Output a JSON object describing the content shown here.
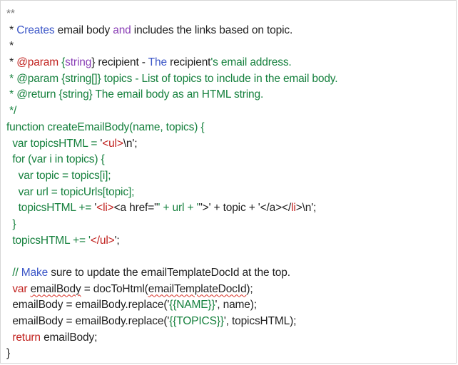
{
  "editor": {
    "lines": [
      [
        {
          "t": "**",
          "c": "g"
        }
      ],
      [
        {
          "t": " * ",
          "c": "d"
        },
        {
          "t": "Creates",
          "c": "b"
        },
        {
          "t": " email body ",
          "c": "d"
        },
        {
          "t": "and",
          "c": "p"
        },
        {
          "t": " includes the links based on topic.",
          "c": "d"
        }
      ],
      [
        {
          "t": " *",
          "c": "d"
        }
      ],
      [
        {
          "t": " * ",
          "c": "d"
        },
        {
          "t": "@param",
          "c": "r"
        },
        {
          "t": " {",
          "c": "k"
        },
        {
          "t": "string",
          "c": "p"
        },
        {
          "t": "} recipient - ",
          "c": "d"
        },
        {
          "t": "The",
          "c": "b"
        },
        {
          "t": " recipient",
          "c": "d"
        },
        {
          "t": "'s email address.",
          "c": "k"
        }
      ],
      [
        {
          "t": " * @param {string[]} topics - List of topics to include in the email body.",
          "c": "k"
        }
      ],
      [
        {
          "t": " * @return {string} The email body as an HTML string.",
          "c": "k"
        }
      ],
      [
        {
          "t": " */",
          "c": "k"
        }
      ],
      [
        {
          "t": "function createEmailBody(name, topics) {",
          "c": "k"
        }
      ],
      [
        {
          "t": "  var topicsHTML = ",
          "c": "k"
        },
        {
          "t": "'",
          "c": "d"
        },
        {
          "t": "<ul>",
          "c": "r"
        },
        {
          "t": "\\n';",
          "c": "d"
        }
      ],
      [
        {
          "t": "  for (var i in topics) {",
          "c": "k"
        }
      ],
      [
        {
          "t": "    var topic = topics[i];",
          "c": "k"
        }
      ],
      [
        {
          "t": "    var url = topicUrls[topic];",
          "c": "k"
        }
      ],
      [
        {
          "t": "    topicsHTML += ",
          "c": "k"
        },
        {
          "t": "'",
          "c": "d"
        },
        {
          "t": "<li>",
          "c": "r"
        },
        {
          "t": "<a href=\"",
          "c": "d"
        },
        {
          "t": "' + url + '",
          "c": "k"
        },
        {
          "t": "\">' + topic + '</a></",
          "c": "d"
        },
        {
          "t": "li",
          "c": "r"
        },
        {
          "t": ">\\n';",
          "c": "d"
        }
      ],
      [
        {
          "t": "  }",
          "c": "k"
        }
      ],
      [
        {
          "t": "  topicsHTML += '",
          "c": "k"
        },
        {
          "t": "</ul>",
          "c": "r"
        },
        {
          "t": "';",
          "c": "d"
        }
      ],
      [
        {
          "t": "",
          "c": "d"
        }
      ],
      [
        {
          "t": "  // ",
          "c": "k"
        },
        {
          "t": "Make",
          "c": "b"
        },
        {
          "t": " sure to update the emailTemplateDocId at the top.",
          "c": "d"
        }
      ],
      [
        {
          "t": "  var ",
          "c": "r"
        },
        {
          "t": "emailBody",
          "c": "d",
          "u": true
        },
        {
          "t": " = docToHtml(",
          "c": "d"
        },
        {
          "t": "emailTemplateDocId",
          "c": "d",
          "u": true
        },
        {
          "t": ");",
          "c": "d"
        }
      ],
      [
        {
          "t": "  emailBody = emailBody.replace('",
          "c": "d"
        },
        {
          "t": "{{NAME}}",
          "c": "k"
        },
        {
          "t": "', name);",
          "c": "d"
        }
      ],
      [
        {
          "t": "  emailBody = emailBody.replace('",
          "c": "d"
        },
        {
          "t": "{{TOPICS}}",
          "c": "k"
        },
        {
          "t": "', topicsHTML);",
          "c": "d"
        }
      ],
      [
        {
          "t": "  return",
          "c": "r"
        },
        {
          "t": " emailBody;",
          "c": "d"
        }
      ],
      [
        {
          "t": "}",
          "c": "d"
        }
      ]
    ]
  }
}
